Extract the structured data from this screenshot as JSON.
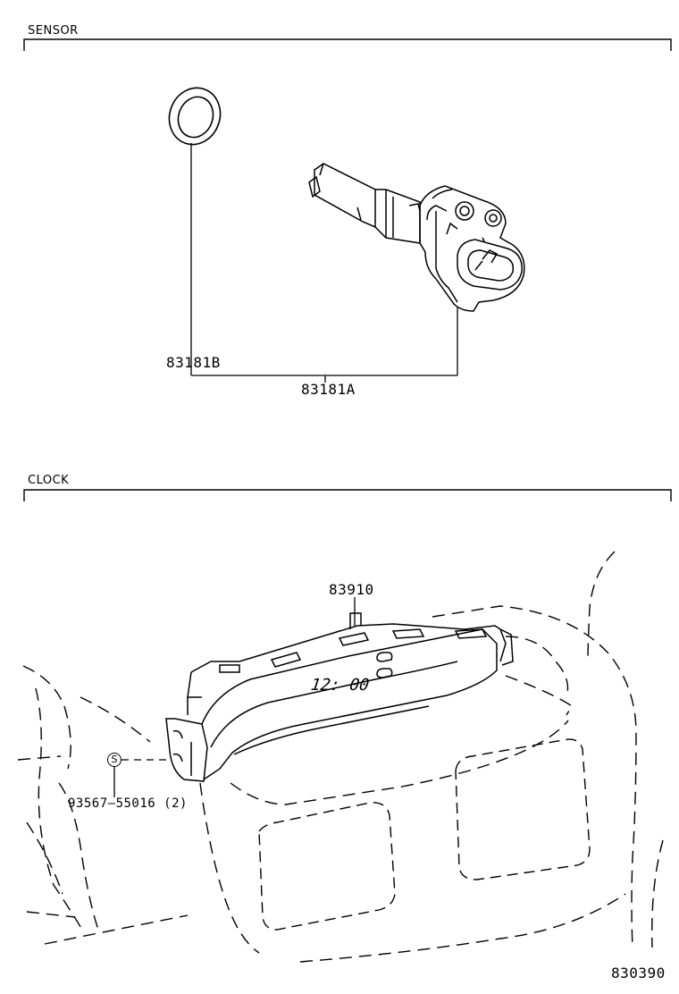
{
  "sections": {
    "sensor": {
      "title": "SENSOR"
    },
    "clock": {
      "title": "CLOCK"
    }
  },
  "parts": {
    "ring": "83181B",
    "sensor": "83181A",
    "clock": "83910",
    "screw": "93567–55016 (2)"
  },
  "clock_display": "12: 00",
  "screw_symbol": "S",
  "illustration_number": "830390"
}
